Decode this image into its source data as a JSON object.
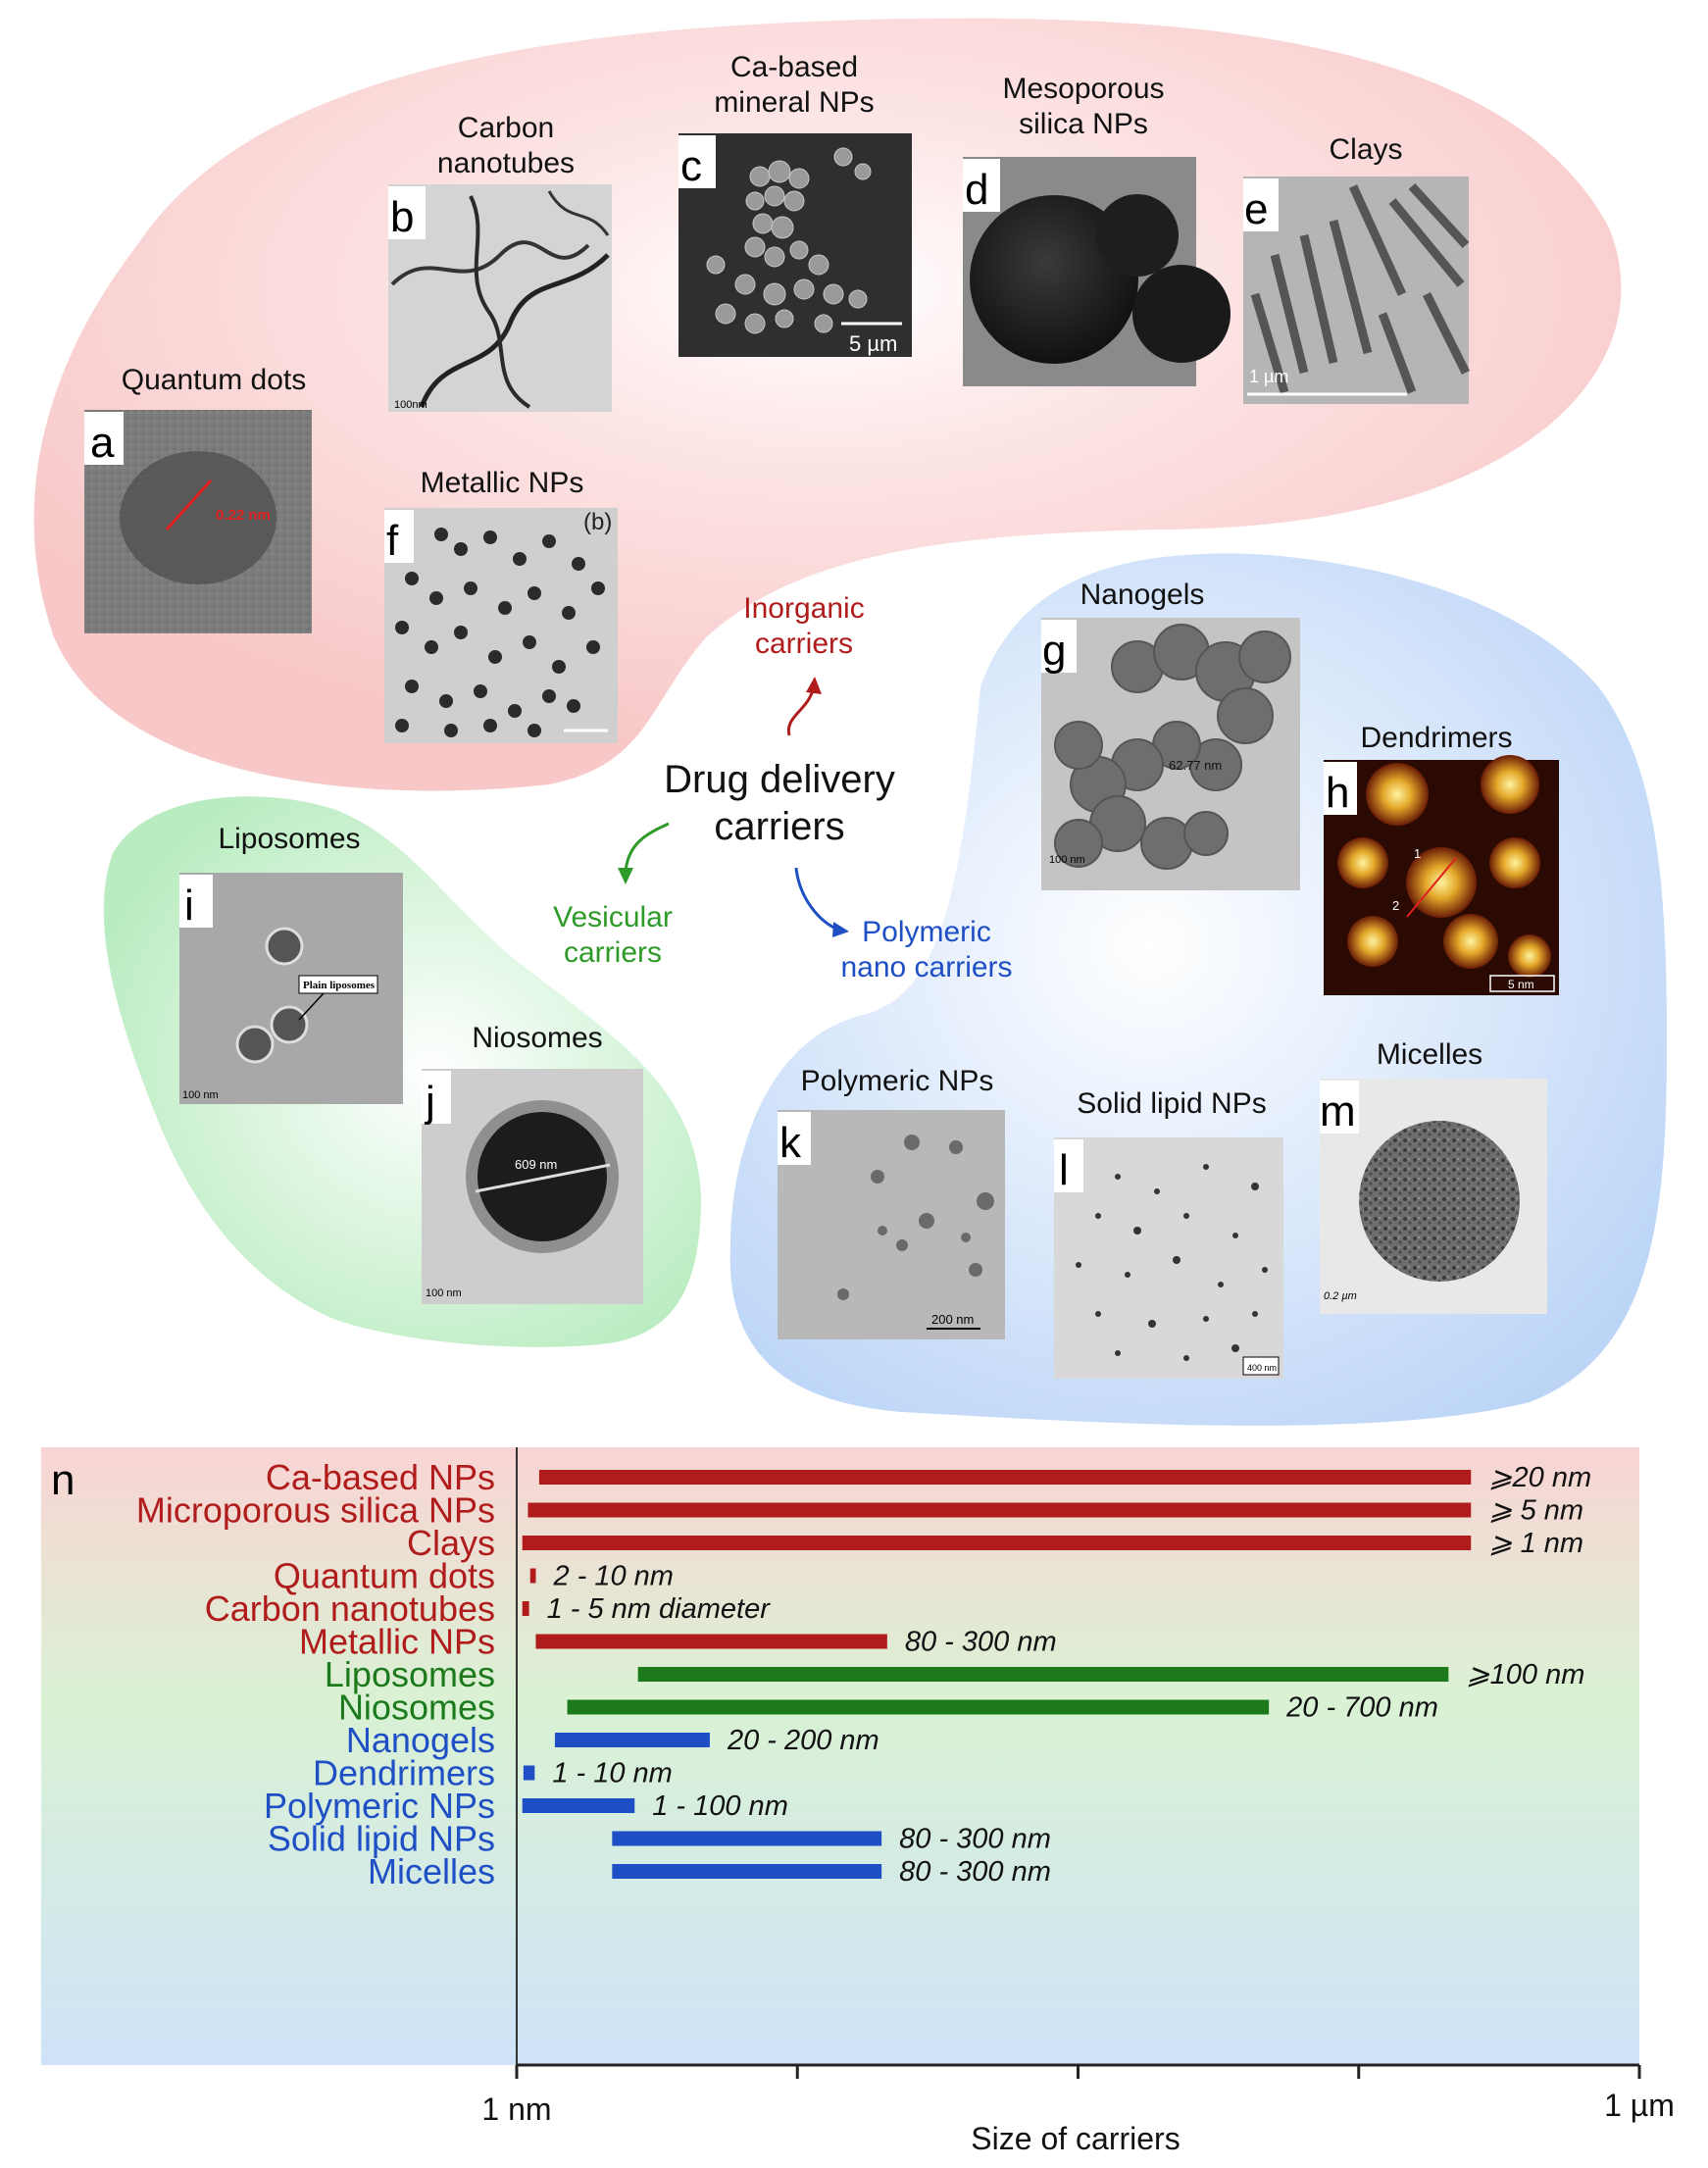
{
  "center": {
    "line1": "Drug delivery",
    "line2": "carriers"
  },
  "groups": [
    {
      "name": "Inorganic",
      "color": "#b01c1c",
      "line1": "Inorganic",
      "line2": "carriers"
    },
    {
      "name": "Vesicular",
      "color": "#2e9a28",
      "line1": "Vesicular",
      "line2": "carriers"
    },
    {
      "name": "Polymeric",
      "color": "#1f4fc4",
      "line1": "Polymeric",
      "line2": "nano carriers"
    }
  ],
  "panels": {
    "a": {
      "letter": "a",
      "title": "Quantum dots",
      "annotation": "0.22 nm"
    },
    "b": {
      "letter": "b",
      "title_line1": "Carbon",
      "title_line2": "nanotubes",
      "scale": "100nm"
    },
    "c": {
      "letter": "c",
      "title_line1": "Ca-based",
      "title_line2": "mineral NPs",
      "scale": "5 µm"
    },
    "d": {
      "letter": "d",
      "title_line1": "Mesoporous",
      "title_line2": "silica NPs"
    },
    "e": {
      "letter": "e",
      "title": "Clays",
      "scale": "1 µm"
    },
    "f": {
      "letter": "f",
      "title": "Metallic NPs",
      "tag": "(b)"
    },
    "g": {
      "letter": "g",
      "title": "Nanogels",
      "annotation": "62.77 nm",
      "scale": "100 nm"
    },
    "h": {
      "letter": "h",
      "title": "Dendrimers",
      "mark1": "1",
      "mark2": "2",
      "scale": "5 nm"
    },
    "i": {
      "letter": "i",
      "title": "Liposomes",
      "annotation": "Plain liposomes",
      "scale": "100 nm"
    },
    "j": {
      "letter": "j",
      "title": "Niosomes",
      "annotation": "609 nm",
      "scale": "100 nm"
    },
    "k": {
      "letter": "k",
      "title": "Polymeric NPs",
      "scale": "200 nm"
    },
    "l": {
      "letter": "l",
      "title": "Solid lipid NPs",
      "scale": "400 nm"
    },
    "m": {
      "letter": "m",
      "title": "Micelles",
      "scale": "0.2 µm"
    }
  },
  "chart_data": {
    "type": "bar",
    "panel_letter": "n",
    "xlabel": "Size of carriers",
    "xtick_left": "1 nm",
    "xtick_right": "1 µm",
    "background_bands": [
      "#f9d4d4",
      "#d9f2d4",
      "#cfe2f8"
    ],
    "rows": [
      {
        "label": "Ca-based NPs",
        "group": "Inorganic",
        "color": "#b01c1c",
        "range": "⩾20 nm",
        "start": 0.02,
        "end": 0.85
      },
      {
        "label": "Microporous silica NPs",
        "group": "Inorganic",
        "color": "#b01c1c",
        "range": "⩾ 5 nm",
        "start": 0.01,
        "end": 0.85
      },
      {
        "label": "Clays",
        "group": "Inorganic",
        "color": "#b01c1c",
        "range": "⩾ 1 nm",
        "start": 0.005,
        "end": 0.85
      },
      {
        "label": "Quantum dots",
        "group": "Inorganic",
        "color": "#b01c1c",
        "range": "2 - 10 nm",
        "start": 0.012,
        "end": 0.017
      },
      {
        "label": "Carbon nanotubes",
        "group": "Inorganic",
        "color": "#b01c1c",
        "range": "1 - 5 nm diameter",
        "start": 0.005,
        "end": 0.011
      },
      {
        "label": "Metallic NPs",
        "group": "Inorganic",
        "color": "#b01c1c",
        "range": "80 - 300 nm",
        "start": 0.017,
        "end": 0.33
      },
      {
        "label": "Liposomes",
        "group": "Vesicular",
        "color": "#1c7a1c",
        "range": "⩾100 nm",
        "start": 0.108,
        "end": 0.83
      },
      {
        "label": "Niosomes",
        "group": "Vesicular",
        "color": "#1c7a1c",
        "range": "20 - 700 nm",
        "start": 0.045,
        "end": 0.67
      },
      {
        "label": "Nanogels",
        "group": "Polymeric",
        "color": "#1f4fc4",
        "range": "20 - 200 nm",
        "start": 0.034,
        "end": 0.172
      },
      {
        "label": "Dendrimers",
        "group": "Polymeric",
        "color": "#1f4fc4",
        "range": "1 - 10 nm",
        "start": 0.006,
        "end": 0.016
      },
      {
        "label": "Polymeric NPs",
        "group": "Polymeric",
        "color": "#1f4fc4",
        "range": "1 - 100 nm",
        "start": 0.005,
        "end": 0.105
      },
      {
        "label": "Solid lipid NPs",
        "group": "Polymeric",
        "color": "#1f4fc4",
        "range": "80 - 300 nm",
        "start": 0.085,
        "end": 0.325
      },
      {
        "label": "Micelles",
        "group": "Polymeric",
        "color": "#1f4fc4",
        "range": "80 - 300 nm",
        "start": 0.085,
        "end": 0.325
      }
    ]
  }
}
